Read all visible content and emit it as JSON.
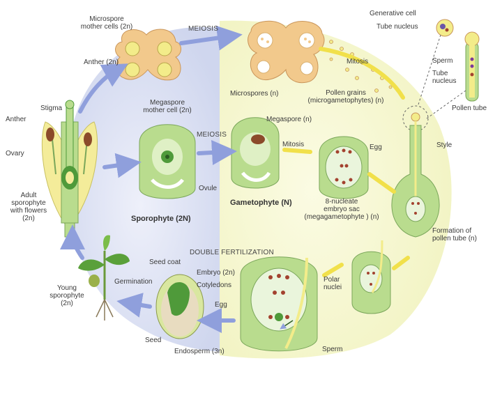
{
  "labels": {
    "microspore_mother_cells": "Microspore\nmother cells (2n)",
    "meiosis_top": "MEIOSIS",
    "anther_2n": "Anther (2n)",
    "generative_cell": "Generative cell",
    "tube_nucleus": "Tube nucleus",
    "sperm_top": "Sperm",
    "tube_nucleus_right": "Tube\nnucleus",
    "pollen_tube": "Pollen tube",
    "mitosis_top": "Mitosis",
    "microspores": "Microspores (n)",
    "pollen_grains": "Pollen grains\n(microgametophytes) (n)",
    "stigma": "Stigma",
    "anther_left": "Anther",
    "ovary": "Ovary",
    "adult_sporophyte": "Adult\nsporophyte\nwith flowers\n(2n)",
    "megaspore_mother_cell": "Megaspore\nmother cell (2n)",
    "meiosis_mid": "MEIOSIS",
    "megaspore": "Megaspore (n)",
    "mitosis_mid": "Mitosis",
    "egg_mid": "Egg",
    "style": "Style",
    "ovule": "Ovule",
    "eight_nucleate": "8-nucleate\nembryo sac\n(megagametophyte ) (n)",
    "sporophyte": "Sporophyte (2N)",
    "gametophyte": "Gametophyte (N)",
    "formation_pollen_tube": "Formation of\npollen tube (n)",
    "double_fertilization": "DOUBLE FERTILIZATION",
    "seed_coat": "Seed coat",
    "embryo": "Embryo (2n)",
    "cotyledons": "Cotyledons",
    "germination": "Germination",
    "young_sporophyte": "Young\nsporophyte\n(2n)",
    "egg_bottom": "Egg",
    "polar_nuclei": "Polar\nnuclei",
    "seed": "Seed",
    "endosperm": "Endosperm (3n)",
    "sperm_bottom": "Sperm"
  },
  "colors": {
    "sporophyte_bg": "#dfe3f3",
    "gametophyte_bg": "#f6f7d0",
    "arrow_blue": "#8f9fdc",
    "arrow_yellow": "#f1e04a",
    "tissue_green": "#b9dc8e",
    "dark_green": "#4f9a3a",
    "anther_tan": "#f2c98c",
    "pollen_yellow": "#f3ec8a",
    "cell_red": "#a3422f"
  },
  "icons": [
    "flower-icon",
    "anther-icon",
    "ovule-icon",
    "pollen-grain-icon",
    "embryo-sac-icon",
    "seed-icon",
    "seedling-icon"
  ]
}
